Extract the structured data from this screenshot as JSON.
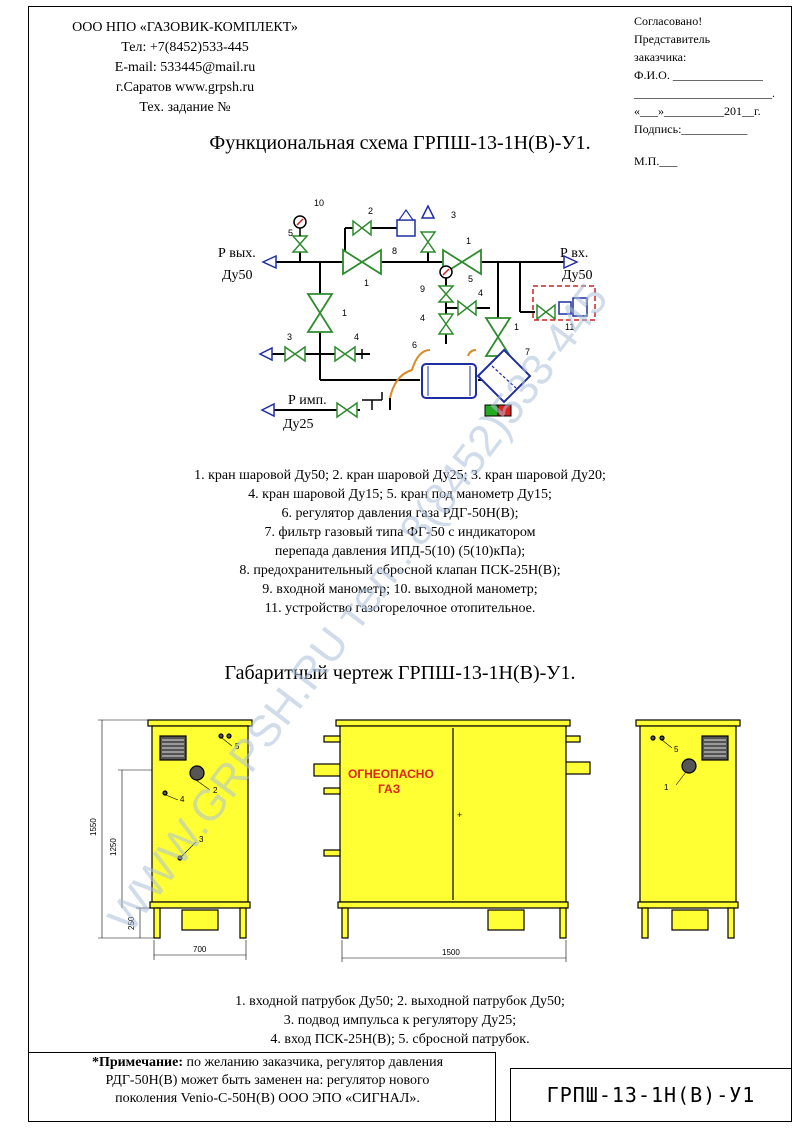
{
  "company": {
    "name": "ООО НПО «ГАЗОВИК-КОМПЛЕКТ»",
    "phone": "Тел: +7(8452)533-445",
    "email": "E-mail: 533445@mail.ru",
    "city_site": "г.Саратов  www.grpsh.ru",
    "tech_task": "Тех. задание №"
  },
  "approval": {
    "agreed": "Согласовано!",
    "rep1": "Представитель",
    "rep2": "заказчика:",
    "fio": "Ф.И.О. _______________",
    "blank": "_______________________.",
    "date": "«___»__________201__г.",
    "signature": "Подпись:___________",
    "mp": "М.П.___"
  },
  "functional": {
    "title": "Функциональная схема ГРПШ-13-1Н(В)-У1.",
    "p_out": "Р вых.",
    "du_out": "Ду50",
    "p_in": "Р вх.",
    "du_in": "Ду50",
    "p_imp": "Р имп.",
    "du_imp": "Ду25",
    "legend": [
      "1. кран шаровой Ду50; 2. кран шаровой Ду25; 3. кран шаровой Ду20;",
      "4. кран шаровой Ду15; 5. кран под манометр Ду15;",
      "6. регулятор давления газа РДГ-50Н(В);",
      "7. фильтр газовый типа ФГ-50 с индикатором",
      "перепада давления ИПД-5(10) (5(10)кПа);",
      "8. предохранительный сбросной клапан ПСК-25Н(В);",
      "9. входной манометр; 10. выходной манометр;",
      "11. устройство газогорелочное отопительное."
    ]
  },
  "dimensional": {
    "title": "Габаритный чертеж ГРПШ-13-1Н(В)-У1.",
    "warning1": "ОГНЕОПАСНО",
    "warning2": "ГАЗ",
    "dim_height": "1550",
    "dim_1250": "1250",
    "dim_250": "250",
    "dim_width": "700",
    "dim_length": "1500",
    "legend": [
      "1. входной патрубок Ду50; 2. выходной патрубок Ду50;",
      "3. подвод импульса к регулятору Ду25;",
      "4. вход ПСК-25Н(В);  5. сбросной патрубок."
    ]
  },
  "note": {
    "bold": "*Примечание:",
    "text1": " по желанию заказчика, регулятор давления",
    "text2": "РДГ-50Н(В) может быть заменен на: регулятор нового",
    "text3": "поколения Venio-C-50Н(В) ООО ЭПО «СИГНАЛ»."
  },
  "stamp": "ГРПШ-13-1Н(В)-У1",
  "watermark": "WWW.GRPSH.RU  тел.: 8(8452)533-445",
  "colors": {
    "cabinet": "#ffff33",
    "valve": "#2e8b2e",
    "valve_blue": "#1e2ea0",
    "regulator": "#1e2ea0",
    "impulse": "#d98a2b",
    "burner": "#cc2222",
    "indicator_green": "#22aa22",
    "indicator_red": "#dd2222",
    "watermark": "#aabfd8"
  }
}
